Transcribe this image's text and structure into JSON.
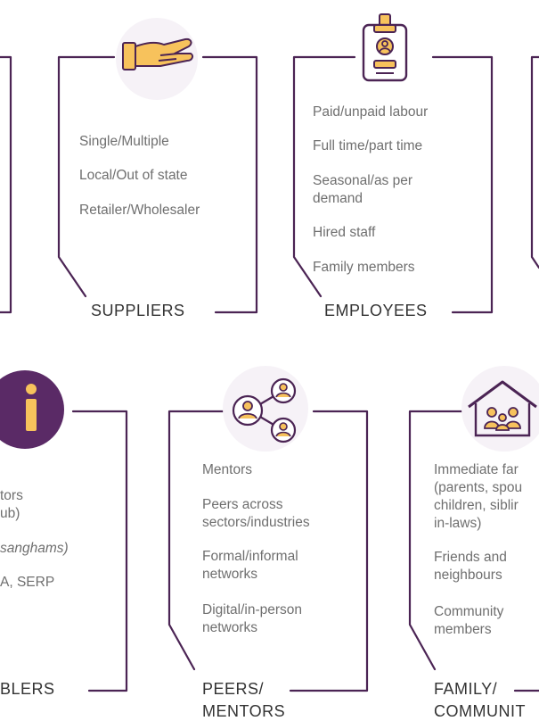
{
  "colors": {
    "line": "#4b2454",
    "accent_yellow": "#f7c25c",
    "accent_purple": "#5a2a66",
    "text": "#6f6f6f",
    "label": "#333333"
  },
  "icons": {
    "suppliers": "hand-offering-icon",
    "employees": "id-badge-icon",
    "enablers": "info-icon",
    "peers": "network-people-icon",
    "family": "house-family-icon"
  },
  "suppliers": {
    "label": "SUPPLIERS",
    "items": [
      "Single/Multiple",
      "Local/Out of state",
      "Retailer/Wholesaler"
    ]
  },
  "employees": {
    "label": "EMPLOYEES",
    "items": [
      "Paid/unpaid labour",
      "Full time/part time",
      "Seasonal/as per\ndemand",
      "Hired staff",
      "Family members"
    ]
  },
  "enablers": {
    "label": "BLERS",
    "items": [
      "tors\nub)",
      "sanghams)",
      "A, SERP"
    ]
  },
  "peers": {
    "label_line1": "PEERS/",
    "label_line2": "MENTORS",
    "items": [
      "Mentors",
      "Peers across\nsectors/industries",
      "Formal/informal\nnetworks",
      "Digital/in-person\nnetworks"
    ]
  },
  "family": {
    "label_line1": "FAMILY/",
    "label_line2": "COMMUNIT",
    "items": [
      "Immediate far\n(parents, spou\nchildren, siblir\nin-laws)",
      "Friends and\nneighbours",
      "Community\nmembers"
    ]
  }
}
